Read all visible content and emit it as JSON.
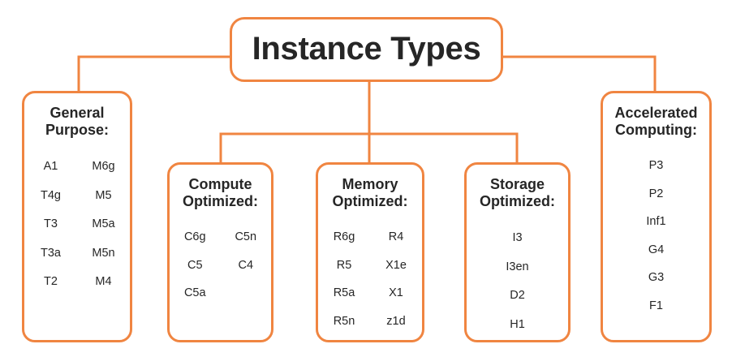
{
  "diagram": {
    "title": "Instance Types",
    "accent_color": "#F08541",
    "text_color": "#262626",
    "background_color": "#FFFFFF",
    "nodes": [
      {
        "id": "general",
        "title": "General\nPurpose:",
        "columns": [
          [
            "A1",
            "T4g",
            "T3",
            "T3a",
            "T2"
          ],
          [
            "M6g",
            "M5",
            "M5a",
            "M5n",
            "M4"
          ]
        ]
      },
      {
        "id": "compute",
        "title": "Compute\nOptimized:",
        "columns": [
          [
            "C6g",
            "C5",
            "C5a"
          ],
          [
            "C5n",
            "C4"
          ]
        ]
      },
      {
        "id": "memory",
        "title": "Memory\nOptimized:",
        "columns": [
          [
            "R6g",
            "R5",
            "R5a",
            "R5n"
          ],
          [
            "R4",
            "X1e",
            "X1",
            "z1d"
          ]
        ]
      },
      {
        "id": "storage",
        "title": "Storage\nOptimized:",
        "columns": [
          [
            "I3",
            "I3en",
            "D2",
            "H1"
          ]
        ]
      },
      {
        "id": "accelerated",
        "title": "Accelerated\nComputing:",
        "columns": [
          [
            "P3",
            "P2",
            "Inf1",
            "G4",
            "G3",
            "F1"
          ]
        ]
      }
    ]
  }
}
